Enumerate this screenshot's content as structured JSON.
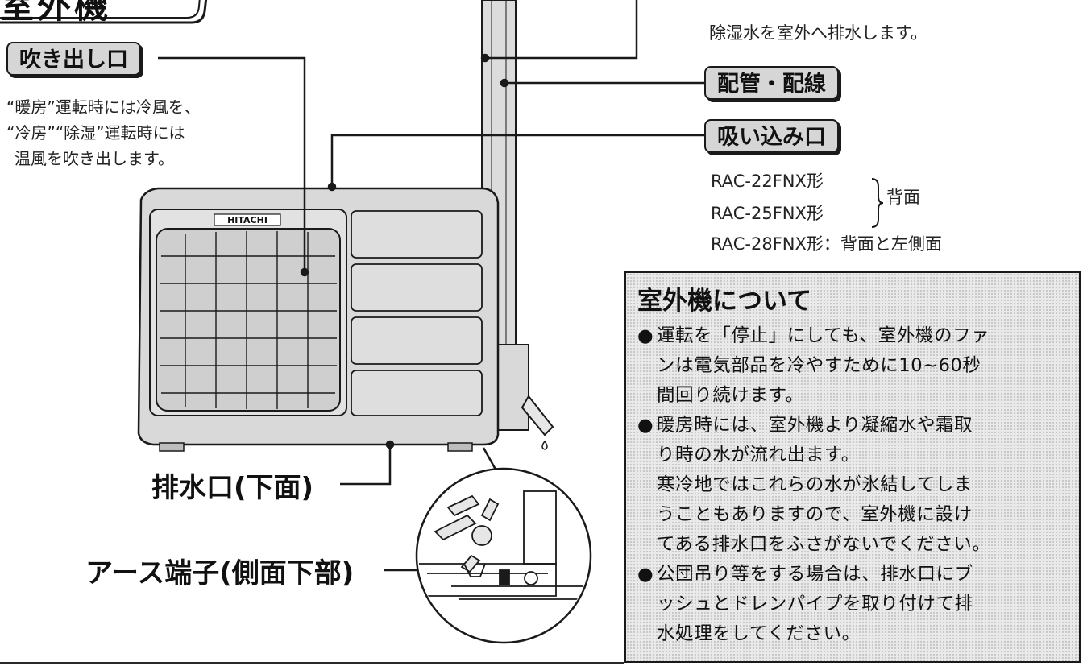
{
  "labels": {
    "section_partial": "室外機",
    "outlet": "吹き出し口",
    "outlet_desc": [
      "“暖房”運転時には冷風を、",
      "“冷房”“除湿”運転時には",
      "温風を吹き出します。"
    ],
    "drain_desc": "除湿水を室外へ排水します。",
    "piping": "配管・配線",
    "intake": "吸い込み口",
    "models": [
      "RAC-22FNX形",
      "RAC-25FNX形"
    ],
    "models_side": "背面",
    "model_28": "RAC-28FNX形：背面と左側面",
    "drain_port": "排水口(下面)",
    "earth": "アース端子(側面下部)",
    "brand": "HITACHI"
  },
  "note": {
    "title": "室外機について",
    "bullets": [
      {
        "lines": [
          "運転を「停止」にしても、室外機のファ",
          "ンは電気部品を冷やすために10~60秒",
          "間回り続けます。"
        ]
      },
      {
        "lines": [
          "暖房時には、室外機より凝縮水や霜取",
          "り時の水が流れ出ます。",
          "寒冷地ではこれらの水が氷結してしま",
          "うこともありますので、室外機に設け",
          "てある排水口をふさがないでください。"
        ]
      },
      {
        "lines": [
          "公団吊り等をする場合は、排水口にブ",
          "ッシュとドレンパイプを取り付けて排",
          "水処理をしてください。"
        ]
      }
    ]
  },
  "colors": {
    "line": "#1a1a1a",
    "label_fill": "#d6d6d6",
    "unit_fill": "#d9d9d9",
    "note_fill": "#e9e9e9"
  }
}
